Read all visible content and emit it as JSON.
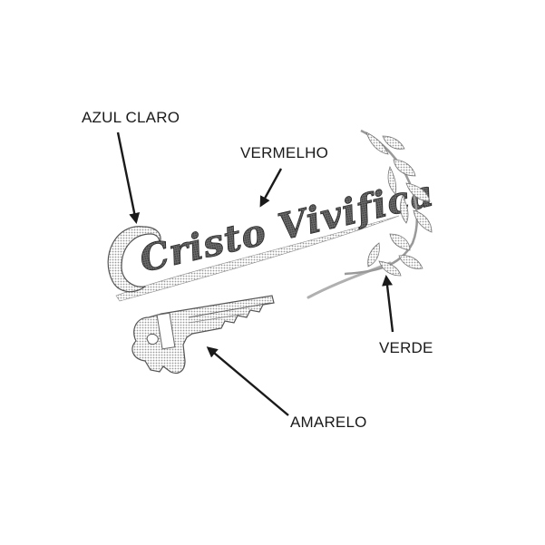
{
  "logo": {
    "script_text": "Cristo Vivifica"
  },
  "callouts": [
    {
      "key": "azul",
      "label": "AZUL CLARO",
      "target": "letter-c"
    },
    {
      "key": "vermelho",
      "label": "VERMELHO",
      "target": "script-text"
    },
    {
      "key": "verde",
      "label": "VERDE",
      "target": "laurel-branch"
    },
    {
      "key": "amarelo",
      "label": "AMARELO",
      "target": "key"
    }
  ],
  "icons": [
    "key-icon",
    "laurel-branch-icon",
    "arrow-icon"
  ]
}
